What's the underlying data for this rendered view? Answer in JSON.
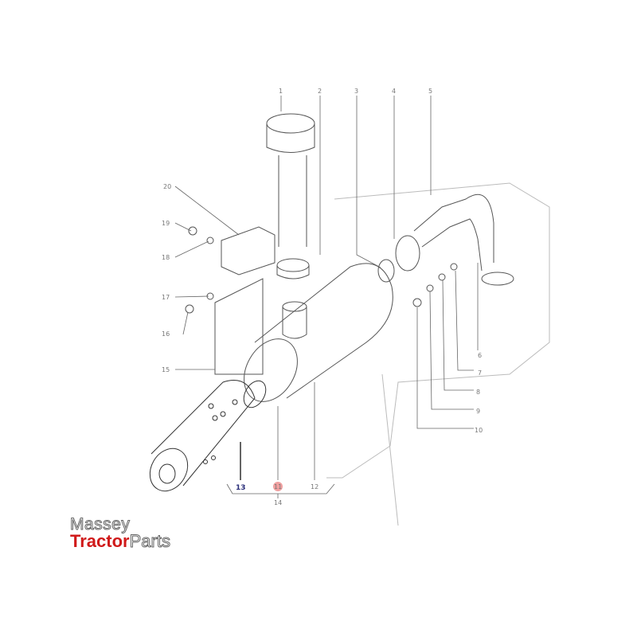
{
  "diagram": {
    "part_labels": [
      "1",
      "2",
      "3",
      "4",
      "5",
      "6",
      "7",
      "8",
      "9",
      "10",
      "11",
      "12",
      "13",
      "14",
      "15",
      "16",
      "17",
      "18",
      "19",
      "20"
    ],
    "highlighted_label": "13",
    "selected_marker_label": "11",
    "colors": {
      "line": "#555555",
      "highlight": "#2b2f7a",
      "marker": "#f0a0a0",
      "brand_red": "#d01a1a"
    }
  },
  "logo": {
    "line1": "Massey",
    "line2_bold": "Tractor",
    "line2_light": "Parts"
  }
}
